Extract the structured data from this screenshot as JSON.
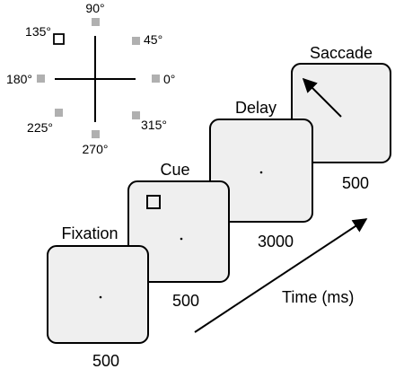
{
  "target_layout": {
    "angles": [
      {
        "label": "90°",
        "marker": "filled"
      },
      {
        "label": "45°",
        "marker": "filled"
      },
      {
        "label": "0°",
        "marker": "filled"
      },
      {
        "label": "315°",
        "marker": "filled"
      },
      {
        "label": "270°",
        "marker": "filled"
      },
      {
        "label": "225°",
        "marker": "filled"
      },
      {
        "label": "180°",
        "marker": "filled"
      },
      {
        "label": "135°",
        "marker": "outlined"
      }
    ]
  },
  "phases": [
    {
      "name": "Fixation",
      "duration": "500",
      "content": "fixation-dot"
    },
    {
      "name": "Cue",
      "duration": "500",
      "content": "cue-square-and-dot"
    },
    {
      "name": "Delay",
      "duration": "3000",
      "content": "fixation-dot"
    },
    {
      "name": "Saccade",
      "duration": "500",
      "content": "arrow"
    }
  ],
  "time_axis": {
    "label": "Time (ms)"
  },
  "colors": {
    "marker_gray": "#b0b0b0",
    "panel_fill": "#efefef",
    "stroke": "#000000"
  }
}
